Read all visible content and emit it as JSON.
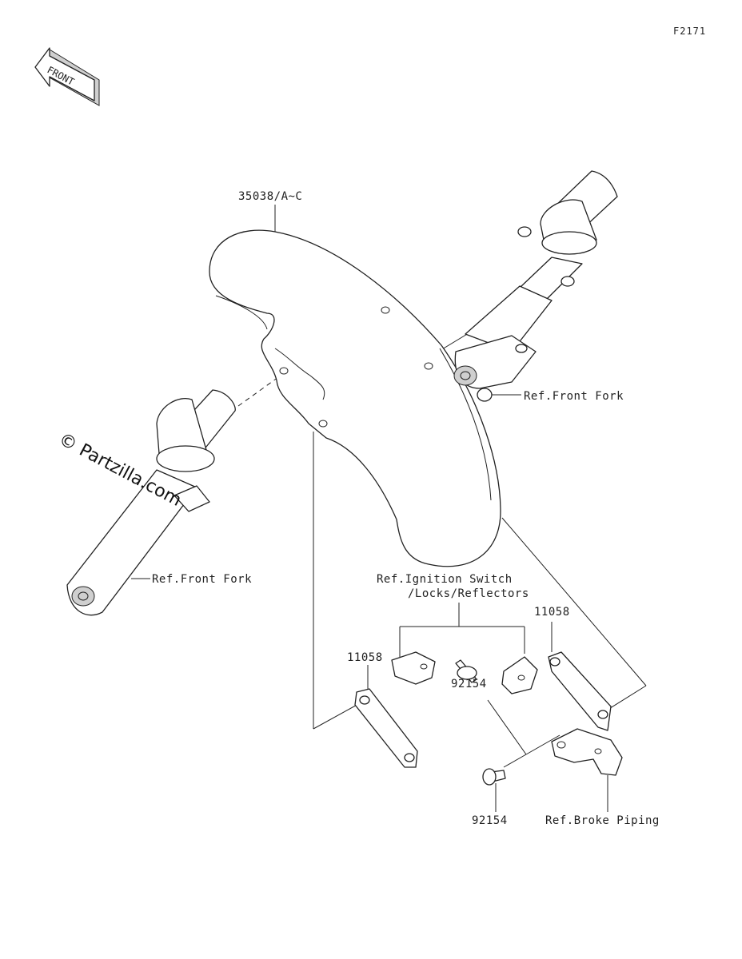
{
  "diagram_code": "F2171",
  "front_arrow": {
    "label": "FRONT"
  },
  "watermark": "© Partzilla.com",
  "labels": {
    "fender": "35038/A~C",
    "fork_right": "Ref.Front Fork",
    "fork_left": "Ref.Front Fork",
    "ignition_line1": "Ref.Ignition Switch",
    "ignition_line2": "/Locks/Reflectors",
    "bracket_left": "11058",
    "bracket_right": "11058",
    "bolt_upper": "92154",
    "bolt_lower": "92154",
    "brake": "Ref.Broke Piping"
  }
}
